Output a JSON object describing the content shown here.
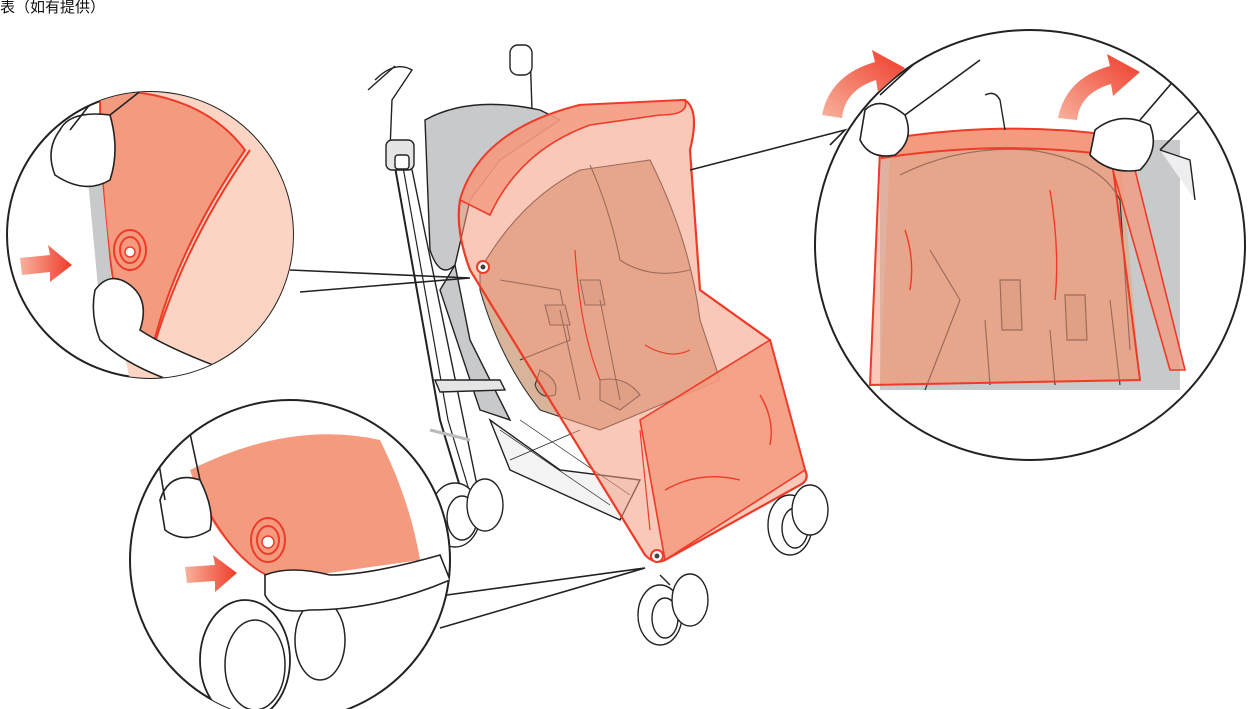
{
  "caption_text": "表（如有提供）",
  "colors": {
    "cover_fill": "#f49b7f",
    "cover_line": "#ee3b28",
    "frame_grey": "#c8c9ca",
    "seat_tan": "#d8b49a",
    "arrow_red": "#ef3b29",
    "outline": "#222222"
  },
  "illustration": {
    "subject": "stroller-rain-cover-installation",
    "panels": [
      "left-detail-fastener",
      "bottom-detail-fastener",
      "right-detail-top-edge"
    ]
  }
}
